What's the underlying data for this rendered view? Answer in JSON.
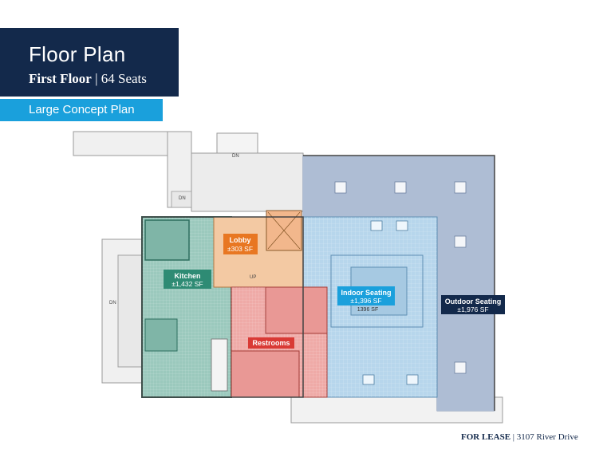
{
  "header": {
    "title": "Floor Plan",
    "floor_label": "First Floor",
    "separator": "|",
    "seats": "64 Seats"
  },
  "concept_label": "Large Concept Plan",
  "rooms": {
    "lobby": {
      "name": "Lobby",
      "area": "±303 SF",
      "color": "#e87722"
    },
    "kitchen": {
      "name": "Kitchen",
      "area": "±1,432 SF",
      "color": "#2e8b74"
    },
    "indoor": {
      "name": "Indoor Seating",
      "area": "±1,396 SF",
      "note": "1396 SF",
      "color": "#1aa0dc"
    },
    "outdoor": {
      "name": "Outdoor Seating",
      "area": "±1,976 SF",
      "color": "#13294b"
    },
    "restrooms": {
      "name": "Restrooms",
      "color": "#d93a35"
    }
  },
  "annotations": {
    "dn_1": "DN",
    "dn_2": "DN",
    "dn_3": "DN",
    "up": "UP"
  },
  "footer": {
    "status": "FOR LEASE",
    "separator": "|",
    "address": "3107 River Drive"
  }
}
